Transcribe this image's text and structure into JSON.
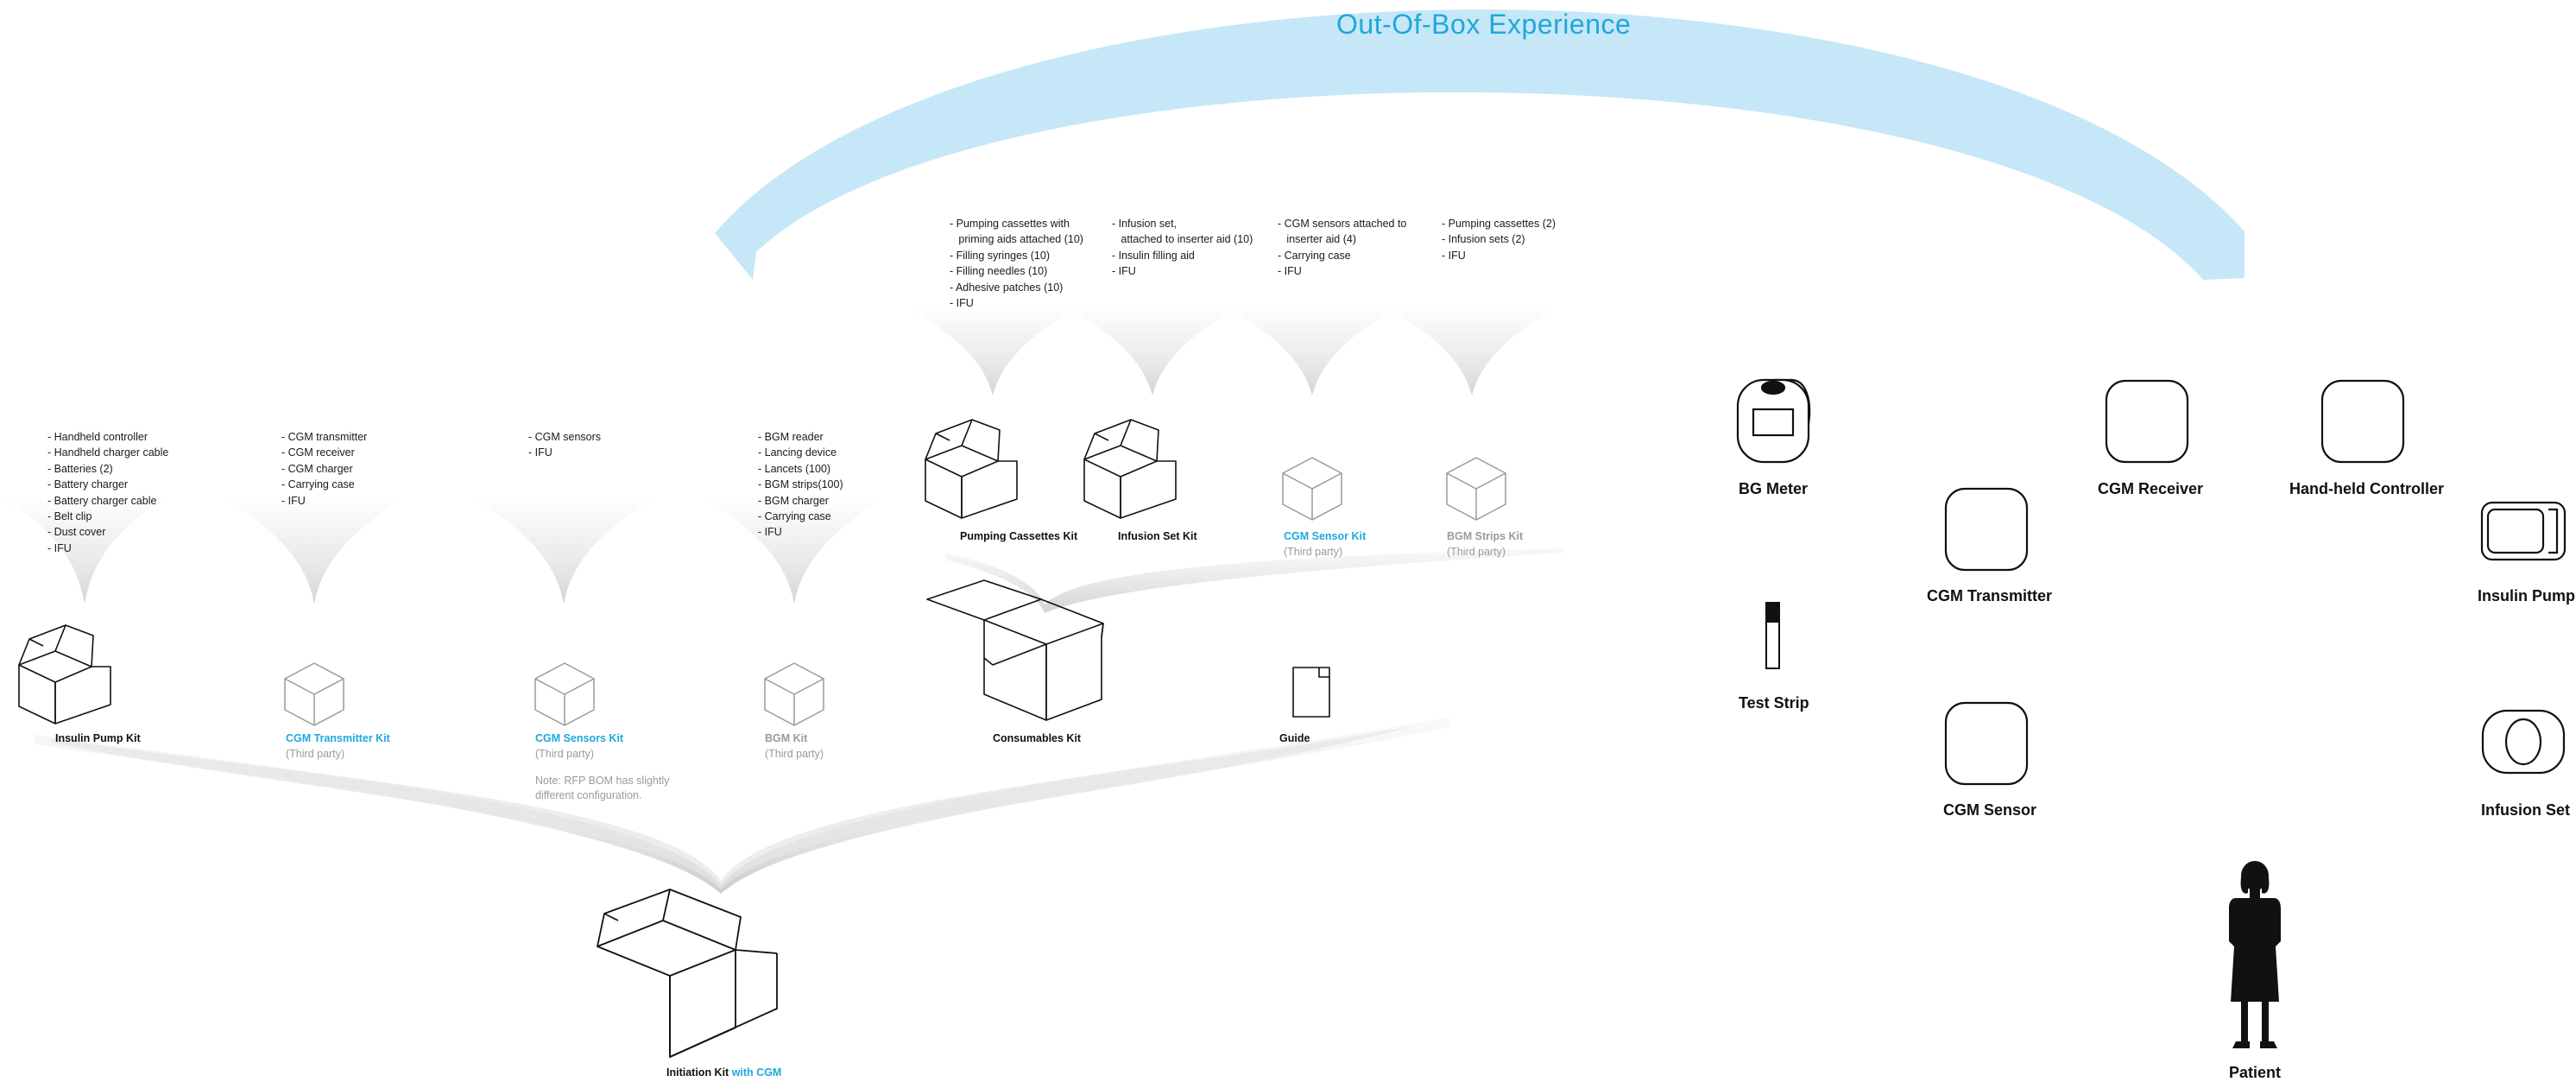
{
  "title": "Out-Of-Box Experience",
  "colors": {
    "accent": "#1fa8da",
    "arc": "#c6e7f7",
    "muted": "#9a9a9a",
    "ink": "#111111"
  },
  "top_lists": [
    [
      "- Pumping cassettes with",
      "   priming aids attached (10)",
      "- Filling syringes (10)",
      "- Filling needles (10)",
      "- Adhesive patches (10)",
      "- IFU"
    ],
    [
      "- Infusion set,",
      "   attached to inserter aid (10)",
      "- Insulin filling aid",
      "- IFU"
    ],
    [
      "- CGM sensors attached to",
      "   inserter aid (4)",
      "- Carrying case",
      "- IFU"
    ],
    [
      "- Pumping cassettes (2)",
      "- Infusion sets (2)",
      "- IFU"
    ]
  ],
  "mid_lists": [
    [
      "- Handheld controller",
      "- Handheld charger cable",
      "- Batteries (2)",
      "- Battery charger",
      "- Battery charger cable",
      "- Belt clip",
      "- Dust cover",
      "- IFU"
    ],
    [
      "- CGM transmitter",
      "- CGM receiver",
      "- CGM charger",
      "- Carrying case",
      "- IFU"
    ],
    [
      "- CGM sensors",
      "- IFU"
    ],
    [
      "- BGM reader",
      "- Lancing device",
      "- Lancets (100)",
      "- BGM strips(100)",
      "- BGM charger",
      "- Carrying case",
      "- IFU"
    ]
  ],
  "top_kits": {
    "pumping": {
      "name": "Pumping Cassettes Kit"
    },
    "infusion": {
      "name": "Infusion Set Kit"
    },
    "cgm_sensor": {
      "name": "CGM Sensor Kit",
      "sub": "(Third party)"
    },
    "bgm_strips": {
      "name": "BGM Strips Kit",
      "sub": "(Third party)"
    }
  },
  "mid_kits": {
    "insulin_pump": {
      "name": "Insulin Pump Kit"
    },
    "cgm_transmitter": {
      "name": "CGM Transmitter Kit",
      "sub": "(Third party)"
    },
    "cgm_sensors": {
      "name": "CGM Sensors Kit",
      "sub": "(Third party)"
    },
    "bgm": {
      "name": "BGM Kit",
      "sub": "(Third party)"
    },
    "consumables": {
      "name": "Consumables Kit"
    },
    "guide": {
      "name": "Guide"
    }
  },
  "note": "Note: RFP BOM has slightly different configuration.",
  "initiation": {
    "name": "Initiation Kit",
    "suffix": "with CGM"
  },
  "devices": {
    "bg_meter": "BG Meter",
    "cgm_receiver": "CGM Receiver",
    "handheld_controller": "Hand-held Controller",
    "cgm_transmitter": "CGM Transmitter",
    "insulin_pump": "Insulin Pump",
    "test_strip": "Test Strip",
    "cgm_sensor": "CGM Sensor",
    "infusion_set": "Infusion Set",
    "patient": "Patient"
  }
}
